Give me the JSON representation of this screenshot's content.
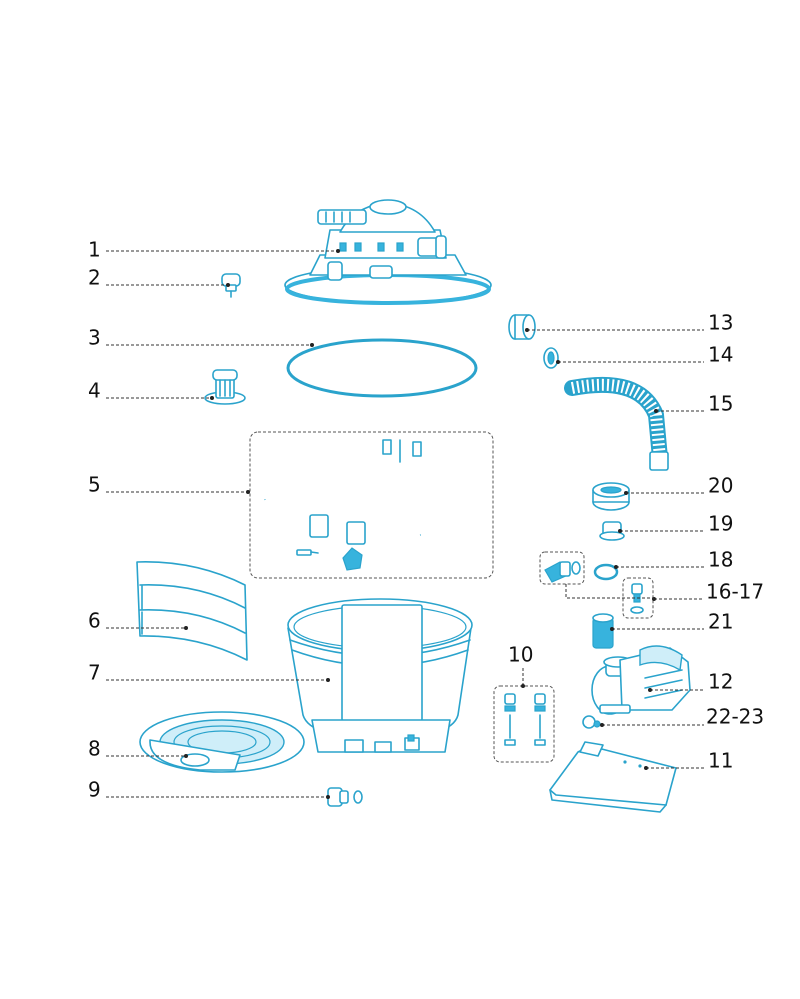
{
  "colors": {
    "parts": "#2aa3cc",
    "accent": "#37b3dd",
    "labels": "#111111"
  },
  "callouts": [
    {
      "id": "c1",
      "text": "1"
    },
    {
      "id": "c2",
      "text": "2"
    },
    {
      "id": "c3",
      "text": "3"
    },
    {
      "id": "c4",
      "text": "4"
    },
    {
      "id": "c5",
      "text": "5"
    },
    {
      "id": "c6",
      "text": "6"
    },
    {
      "id": "c7",
      "text": "7"
    },
    {
      "id": "c8",
      "text": "8"
    },
    {
      "id": "c9",
      "text": "9"
    },
    {
      "id": "c10",
      "text": "10"
    },
    {
      "id": "c11",
      "text": "11"
    },
    {
      "id": "c12",
      "text": "12"
    },
    {
      "id": "c13",
      "text": "13"
    },
    {
      "id": "c14",
      "text": "14"
    },
    {
      "id": "c15",
      "text": "15"
    },
    {
      "id": "c16",
      "text": "16-17"
    },
    {
      "id": "c18",
      "text": "18"
    },
    {
      "id": "c19",
      "text": "19"
    },
    {
      "id": "c20",
      "text": "20"
    },
    {
      "id": "c21",
      "text": "21"
    },
    {
      "id": "c22",
      "text": "22-23"
    }
  ]
}
